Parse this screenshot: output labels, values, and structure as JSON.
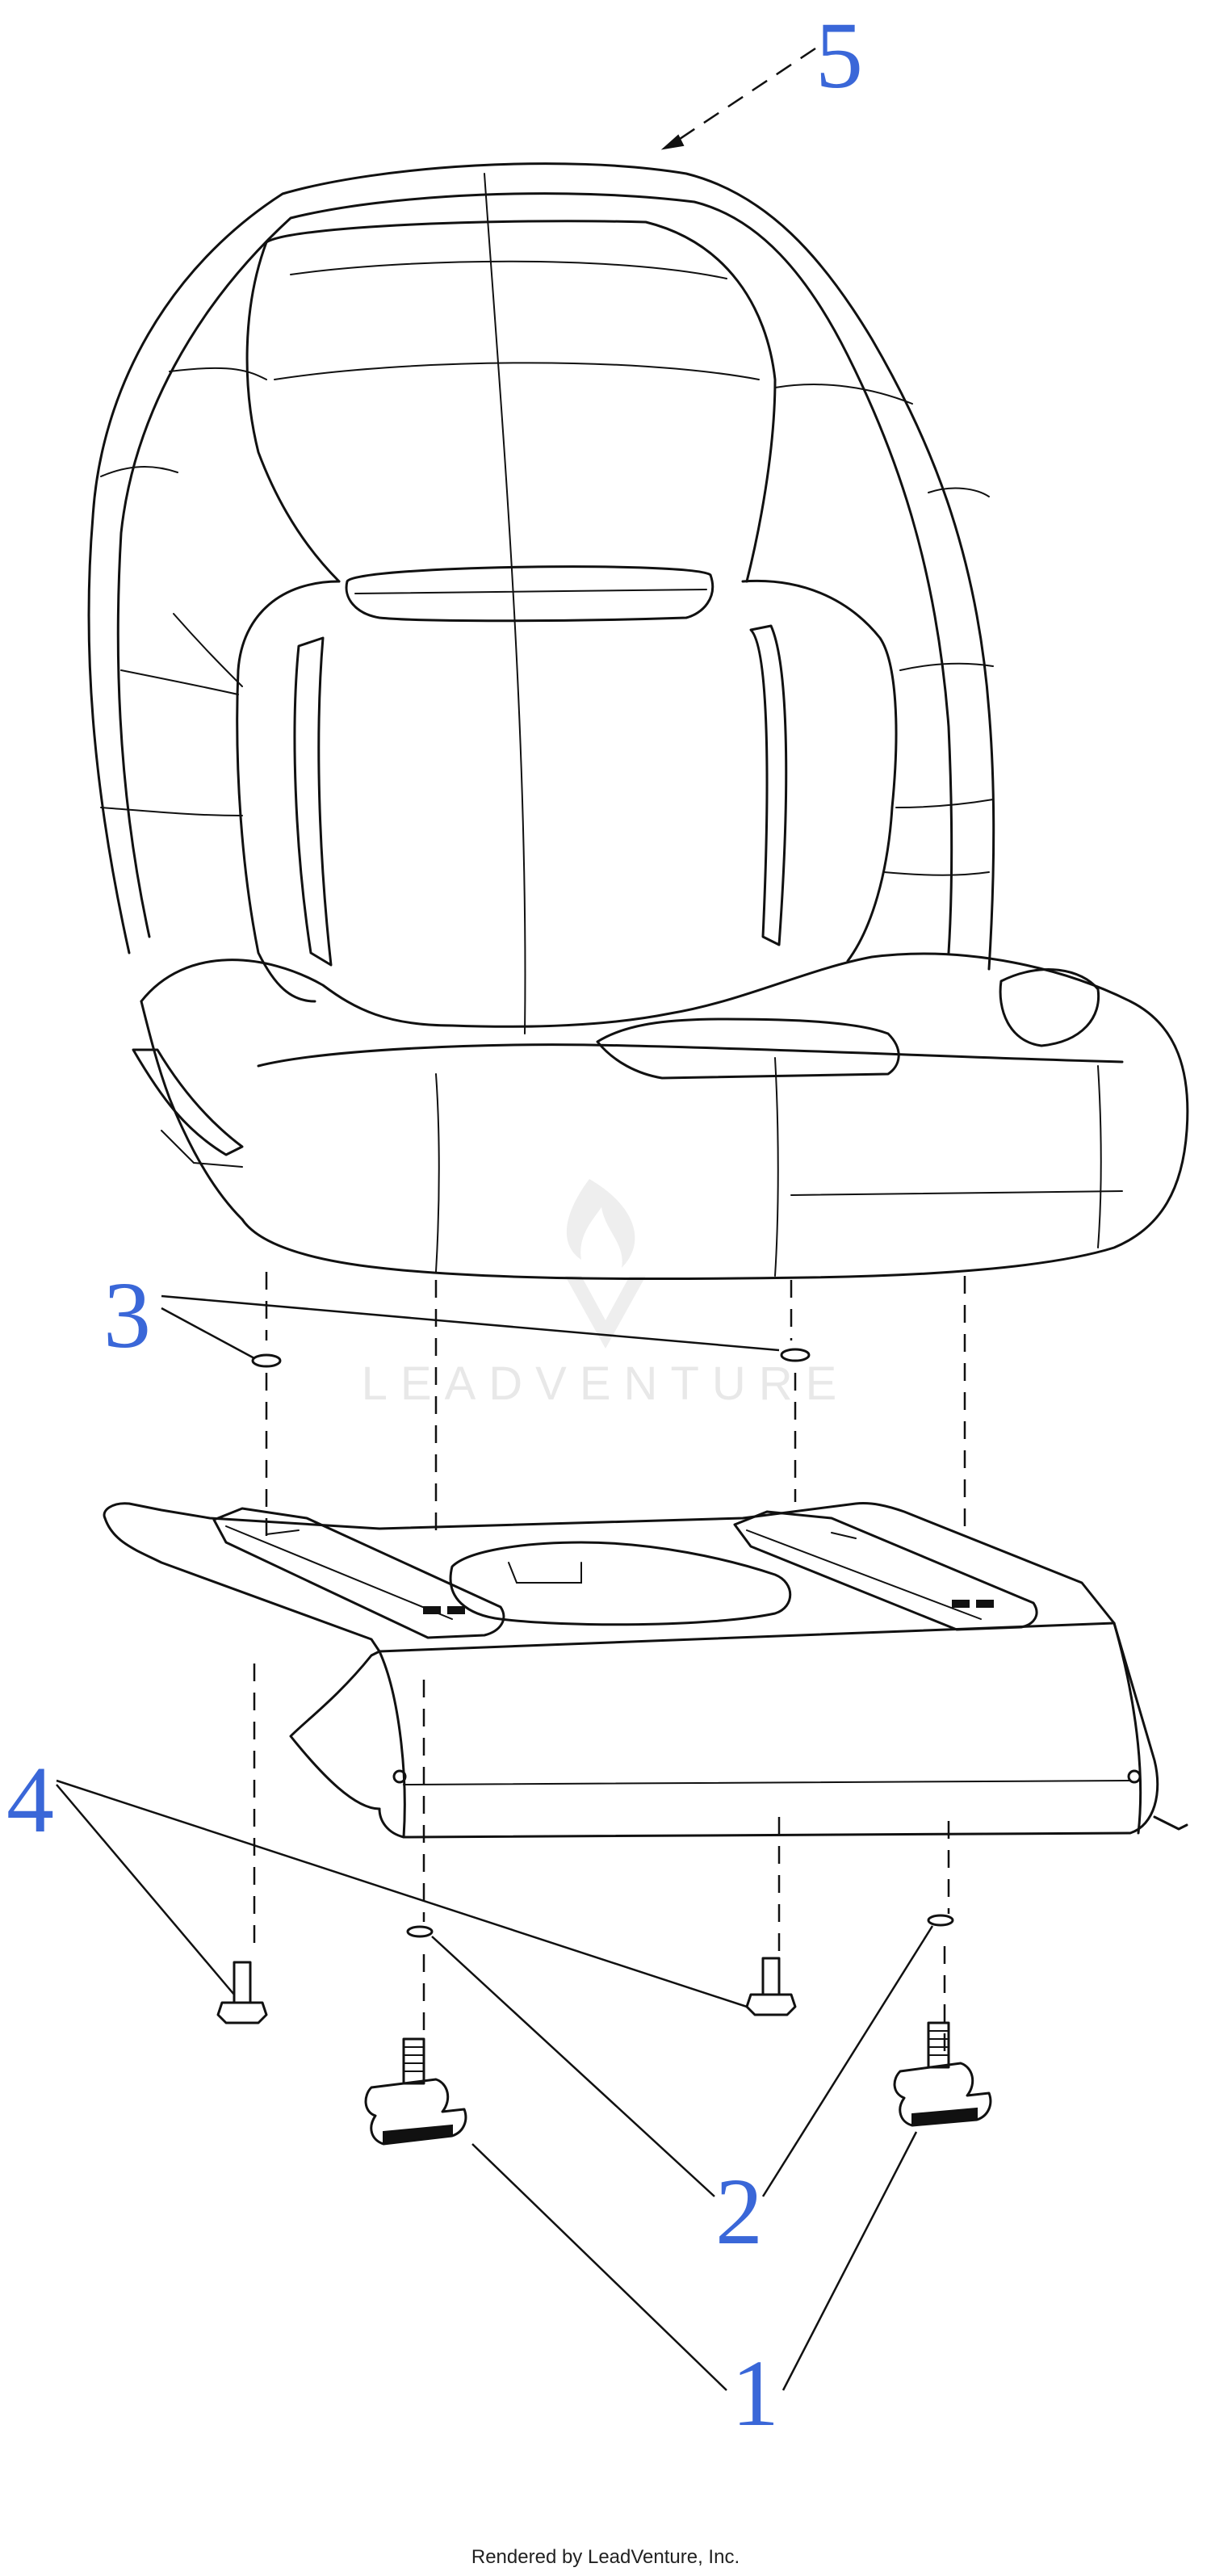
{
  "callouts": {
    "c5": "5",
    "c3": "3",
    "c4": "4",
    "c2": "2",
    "c1": "1"
  },
  "watermark": "LEADVENTURE",
  "watermark_logo": "leadventure-flame-logo",
  "footer": "Rendered by LeadVenture, Inc.",
  "colors": {
    "callout": "#3a67d8",
    "lines": "#111111",
    "watermark": "#e8e8e8"
  }
}
